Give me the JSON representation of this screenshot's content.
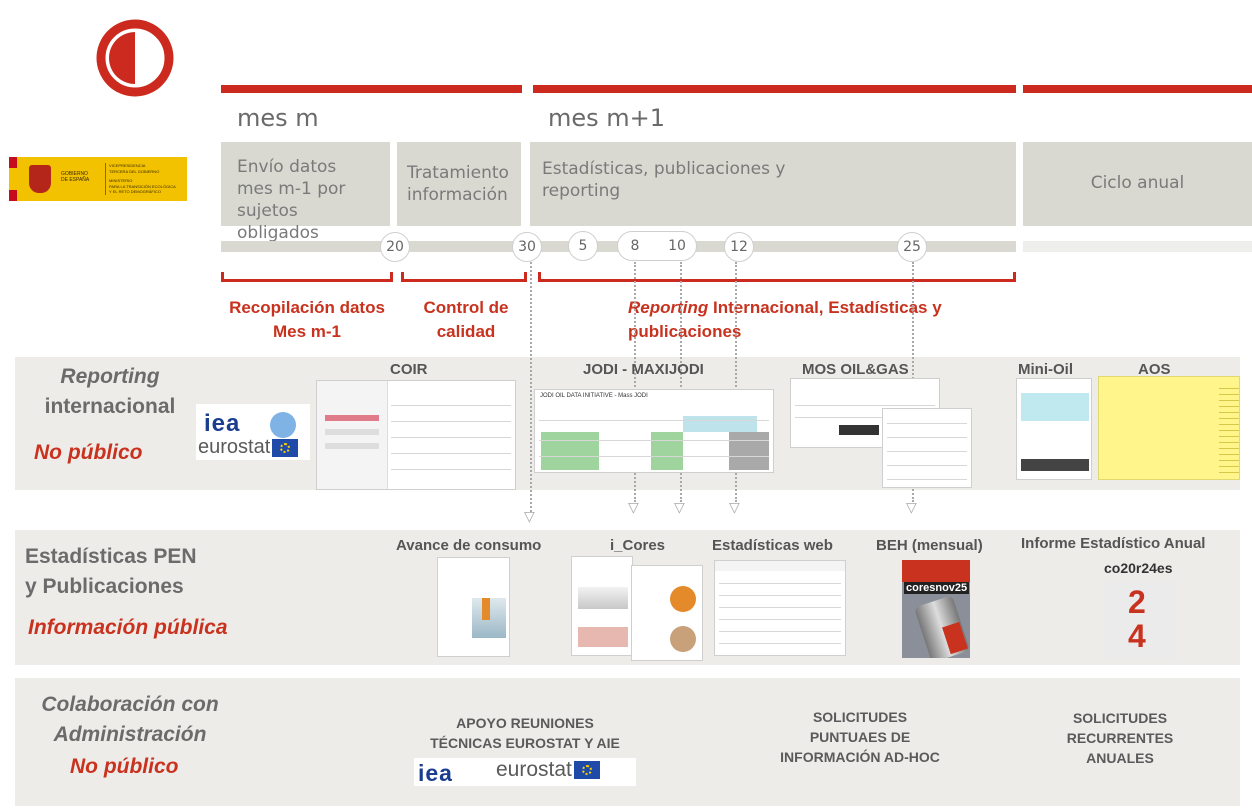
{
  "logo": {
    "icon": "half-circle-logo-icon",
    "color": "#cc2a1e"
  },
  "gov": {
    "line1": "VICEPRESIDENCIA",
    "line2": "TERCERA DEL GOBIERNO",
    "line3": "MINISTERIO",
    "line4": "PARA LA TRANSICIÓN ECOLÓGICA",
    "line5": "Y EL RETO DEMOGRÁFICO",
    "gov_label1": "GOBIERNO",
    "gov_label2": "DE ESPAÑA"
  },
  "months": {
    "m": "mes m",
    "m1": "mes m+1"
  },
  "phases": {
    "envio": "Envío datos mes m-1 por sujetos obligados",
    "tratamiento": "Tratamiento información",
    "estadisticas": "Estadísticas, publicaciones y reporting",
    "ciclo": "Ciclo anual"
  },
  "days": [
    "20",
    "30",
    "5",
    "8",
    "10",
    "12",
    "25"
  ],
  "brackets": {
    "recopilacion_line1": "Recopilación datos",
    "recopilacion_line2": "Mes m-1",
    "control_line1": "Control de",
    "control_line2": "calidad",
    "reporting_em": "Reporting",
    "reporting_rest": " Internacional, Estadísticas y",
    "reporting_line2": "publicaciones"
  },
  "rows": {
    "reporting": {
      "title_line1": "Reporting",
      "title_line2": "internacional",
      "subtitle": "No público"
    },
    "estadisticas": {
      "title_line1": "Estadísticas PEN",
      "title_line2": "y Publicaciones",
      "subtitle": "Información pública"
    },
    "colaboracion": {
      "title_line1": "Colaboración con",
      "title_line2": "Administración",
      "subtitle": "No público"
    }
  },
  "reporting_items": {
    "coir": "COIR",
    "jodi": "JODI - MAXIJODI",
    "mos": "MOS OIL&GAS",
    "minioil": "Mini-Oil",
    "aos": "AOS"
  },
  "jodi_doc": {
    "title": "JODI OIL DATA INITIATIVE - Mass JODI"
  },
  "logos": {
    "iea": "iea",
    "eurostat": "eurostat"
  },
  "publication_items": {
    "avance": "Avance de consumo",
    "icores": "i_Cores",
    "web": "Estadísticas web",
    "beh": "BEH (mensual)",
    "anual": "Informe Estadístico Anual"
  },
  "beh_cover": {
    "brand": "coresnov25"
  },
  "anual_cover": {
    "brand": "co20r24es",
    "digit_top": "2",
    "digit_bottom": "4"
  },
  "colaboracion": {
    "apoyo_line1": "APOYO REUNIONES",
    "apoyo_line2": "TÉCNICAS EUROSTAT Y AIE",
    "puntuales_line1": "SOLICITUDES",
    "puntuales_line2": "PUNTUAES DE",
    "puntuales_line3": "INFORMACIÓN AD-HOC",
    "recurrentes_line1": "SOLICITUDES",
    "recurrentes_line2": "RECURRENTES",
    "recurrentes_line3": "ANUALES"
  },
  "colors": {
    "accent": "#cc2a1e",
    "phase_bg": "#d9d9d2",
    "row_bg": "#eeece9",
    "iea_blue": "#1a3d8f",
    "doc_yellow": "#fff58a"
  }
}
